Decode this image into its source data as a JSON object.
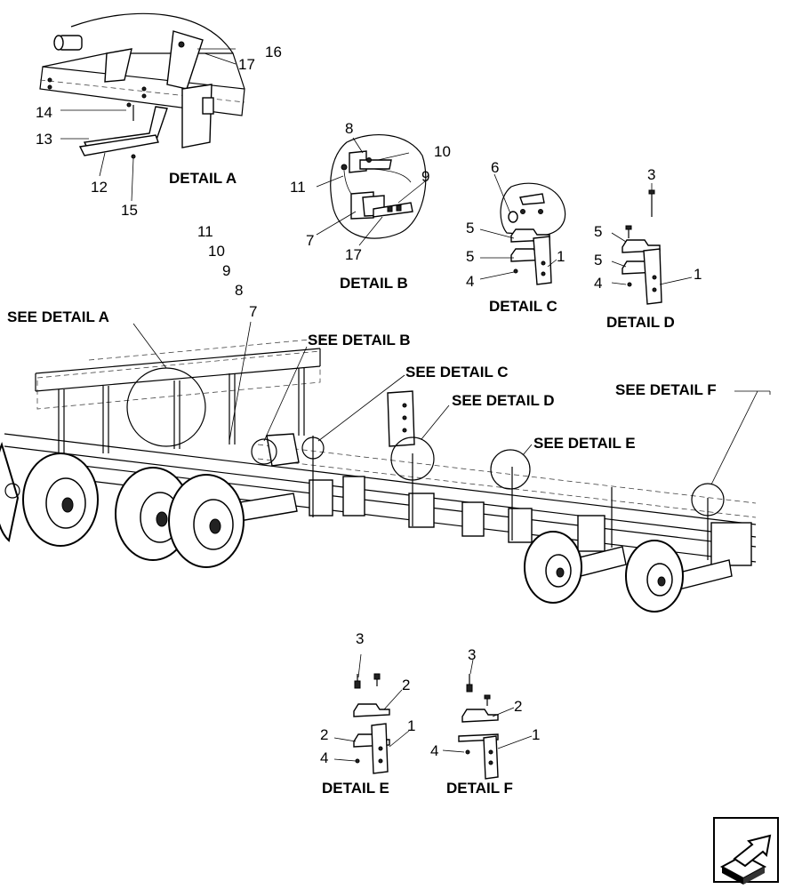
{
  "detail_titles": {
    "a": "DETAIL  A",
    "b": "DETAIL  B",
    "c": "DETAIL  C",
    "d": "DETAIL  D",
    "e": "DETAIL  E",
    "f": "DETAIL  F"
  },
  "see_labels": {
    "a": "SEE DETAIL  A",
    "b": "SEE DETAIL  B",
    "c": "SEE DETAIL  C",
    "d": "SEE DETAIL  D",
    "e": "SEE DETAIL  E",
    "f": "SEE DETAIL  F"
  },
  "callouts": {
    "a": [
      "16",
      "17",
      "14",
      "13",
      "12",
      "15"
    ],
    "b": [
      "8",
      "10",
      "11",
      "9",
      "7",
      "17"
    ],
    "c": [
      "6",
      "5",
      "5",
      "1",
      "4"
    ],
    "d": [
      "3",
      "5",
      "5",
      "4",
      "1"
    ],
    "e": [
      "3",
      "2",
      "2",
      "1",
      "4"
    ],
    "f": [
      "3",
      "2",
      "1",
      "4"
    ],
    "stack": [
      "11",
      "10",
      "9",
      "8",
      "7"
    ]
  },
  "nav": {
    "icon": "next-page-arrow-icon"
  }
}
